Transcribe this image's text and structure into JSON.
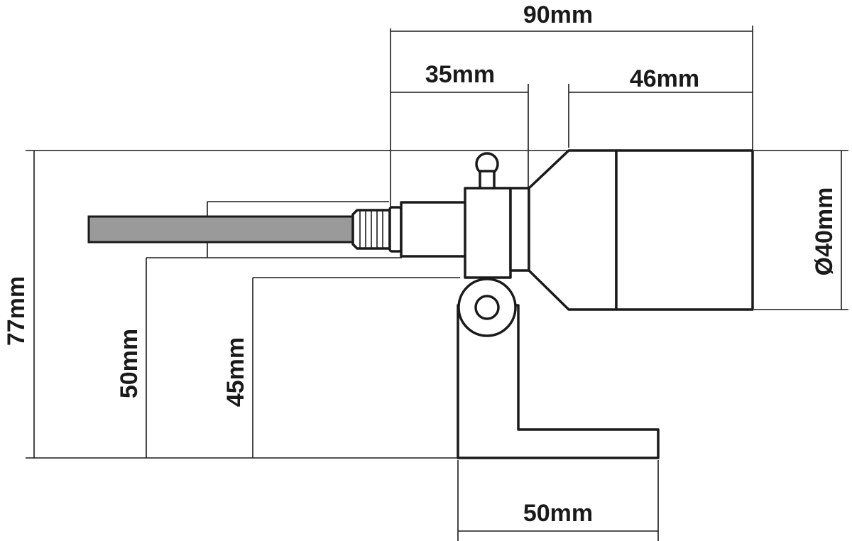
{
  "dimensions": {
    "overall_length": "90mm",
    "neck_length": "35mm",
    "head_length": "46mm",
    "head_diameter": "Ø40mm",
    "overall_height": "77mm",
    "axis_height": "50mm",
    "pivot_height": "45mm",
    "base_length": "50mm"
  },
  "colors": {
    "outline": "#1a1a1a",
    "cable_fill": "#9a9a9a",
    "background": "#ffffff"
  }
}
